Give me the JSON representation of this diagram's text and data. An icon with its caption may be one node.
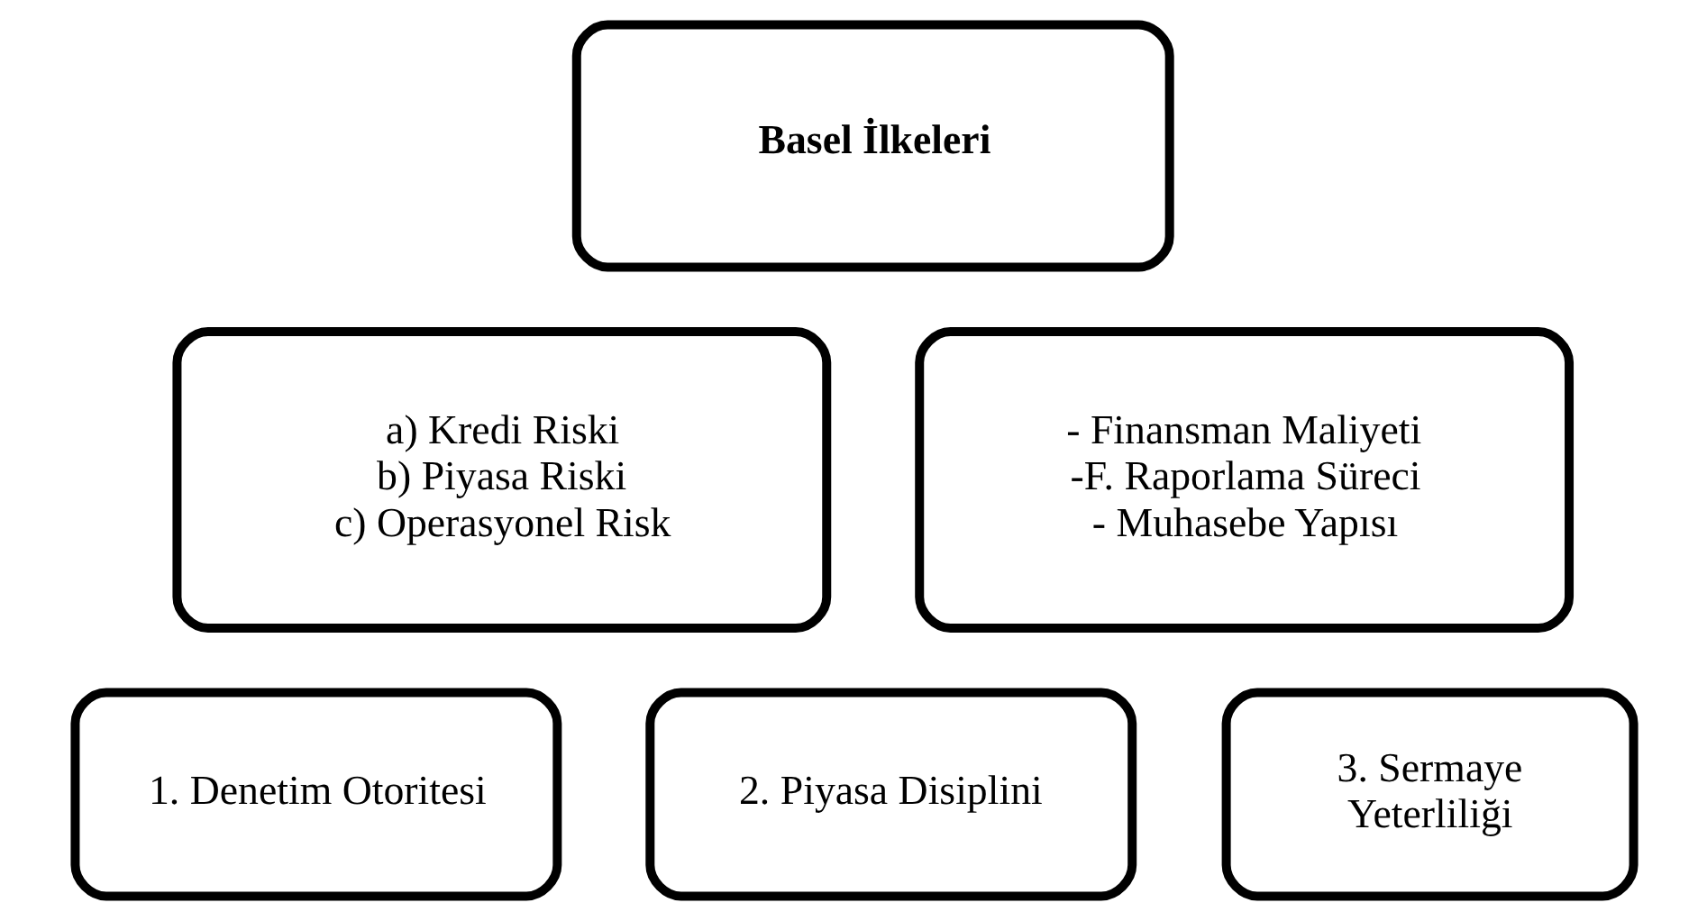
{
  "diagram": {
    "nodes": [
      {
        "text": [
          "Basel İlkeleri"
        ]
      },
      {
        "text": [
          "a) Kredi Riski",
          "b) Piyasa Riski",
          "c) Operasyonel Risk"
        ]
      },
      {
        "text": [
          "- Finansman Maliyeti",
          "-F. Raporlama Süreci",
          "- Muhasebe Yapısı"
        ]
      },
      {
        "text": [
          "1. Denetim Otoritesi"
        ]
      },
      {
        "text": [
          "2. Piyasa Disiplini"
        ]
      },
      {
        "text": [
          "3. Sermaye Yeterliliği"
        ]
      }
    ]
  }
}
